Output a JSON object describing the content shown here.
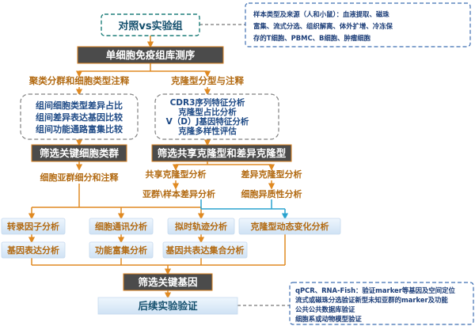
{
  "colors": {
    "dark": "#4b4b4b",
    "accent": "#d97f1b",
    "line": "#e08a22",
    "teal_line": "#2aa3cf",
    "blue_box": "#dceaf7",
    "dash": "#808080",
    "note_border": "#3f6fb2"
  },
  "diagram": {
    "top_title": "对照vs实验组",
    "sample_note": [
      "样本类型及来源（人和小鼠）：血液提取、磁珠",
      "富集、流式分选、组织解离、体外扩增、冷冻保",
      "存的T细胞、PBMC、B细胞、肿瘤细胞"
    ],
    "main_step": "单细胞免疫组库测序",
    "left_branch_label": "聚类分群和细胞类型注释",
    "right_branch_label": "克隆型分型与注释",
    "left_dashed_items": [
      "组间细胞类型差异占比",
      "组间差异表达基因比较",
      "组间功能通路富集比较"
    ],
    "right_dashed_items": [
      "CDR3序列特征分析",
      "克隆型占比分析",
      "V（D）J基因特征分析",
      "克隆多样性评估"
    ],
    "left_filter": "筛选关键细胞类群",
    "right_filter": "筛选共享克隆型和差异克隆型",
    "left_sub": "细胞亚群细分和注释",
    "shared_clone": "共享克隆型分析",
    "diff_clone": "差异克隆型分析",
    "group_diff": "亚群\\样本差异分析",
    "heterogeneity": "细胞异质性分析",
    "analyses_row1": [
      "转录因子分析",
      "细胞通讯分析",
      "拟时轨迹分析",
      "克隆型动态变化分析"
    ],
    "analyses_row2": [
      "基因表达分析",
      "功能富集分析",
      "基因共表达集合分析"
    ],
    "key_gene": "筛选关键基因",
    "validation": "后续实验验证",
    "validation_note": [
      "qPCR、RNA-Fish：验证marker等基因及空间定位",
      "流式或磁珠分选验证新型未知亚群的marker及功能",
      "公共公共数据库验证",
      "细胞系或动物模型验证"
    ]
  }
}
